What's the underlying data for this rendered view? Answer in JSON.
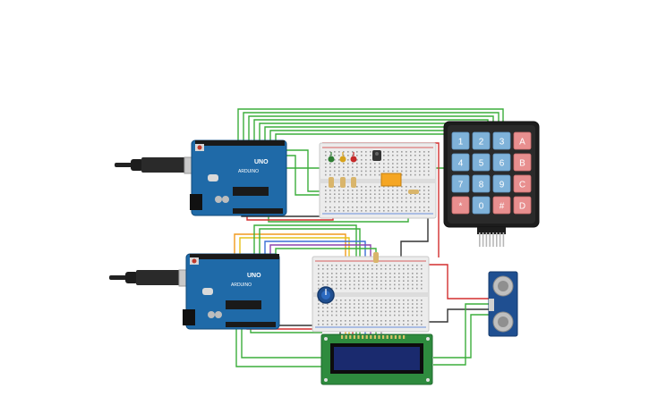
{
  "arduino_top": {
    "brand": "ARDUINO",
    "model": "UNO"
  },
  "arduino_bottom": {
    "brand": "ARDUINO",
    "model": "UNO"
  },
  "keypad": {
    "keys": [
      [
        "1",
        "2",
        "3",
        "A"
      ],
      [
        "4",
        "5",
        "6",
        "B"
      ],
      [
        "7",
        "8",
        "9",
        "C"
      ],
      [
        "*",
        "0",
        "#",
        "D"
      ]
    ],
    "digit_color": "#7fb2d9",
    "letter_color": "#e88f8f"
  },
  "led_colors": [
    "#2e7d32",
    "#d7a21b",
    "#c62828"
  ],
  "wire_colors": {
    "green": "#3cae3c",
    "red": "#d32f2f",
    "black": "#333333",
    "orange": "#f19a1c",
    "yellow": "#e6c21a",
    "blue": "#3b6fd6",
    "purple": "#8e44ad",
    "gray": "#8a8a8a"
  }
}
